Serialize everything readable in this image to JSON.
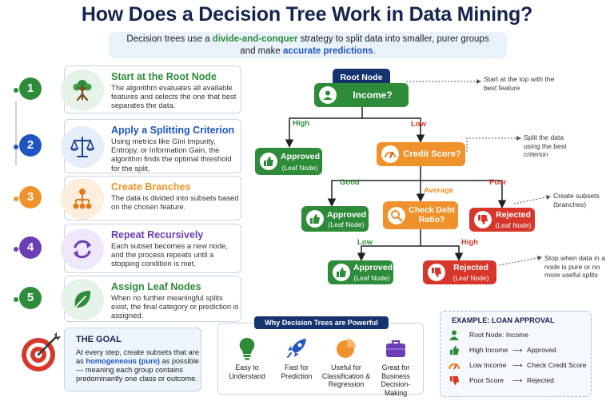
{
  "title": "How Does a Decision Tree Work in Data Mining?",
  "subtitle": {
    "line1_pre": "Decision trees use a ",
    "line1_green": "divide-and-conquer",
    "line1_post": " strategy to split data into smaller, purer groups",
    "line2_pre": "and make ",
    "line2_blue": "accurate predictions",
    "line2_post": "."
  },
  "steps": [
    {
      "num": "1",
      "title": "Start at the Root Node",
      "desc": "The algorithm evaluates all available features and selects the one that best separates the data.",
      "color": "#2e8b3a",
      "icon": "tree-icon"
    },
    {
      "num": "2",
      "title": "Apply a Splitting Criterion",
      "desc": "Using metrics like Gini Impurity, Entropy, or Information Gain, the algorithm finds the optimal threshold for the split.",
      "color": "#1f55c2",
      "icon": "scales-icon"
    },
    {
      "num": "3",
      "title": "Create Branches",
      "desc": "The data is divided into subsets based on the chosen feature.",
      "color": "#f0922b",
      "icon": "hierarchy-icon"
    },
    {
      "num": "4",
      "title": "Repeat Recursively",
      "desc": "Each subset becomes a new node, and the process repeats until a stopping condition is met.",
      "color": "#6a3fb5",
      "icon": "cycle-icon"
    },
    {
      "num": "5",
      "title": "Assign Leaf Nodes",
      "desc": "When no further meaningful splits exist, the final category or prediction is assigned.",
      "color": "#2e8b3a",
      "icon": "leaf-icon"
    }
  ],
  "goal": {
    "title": "THE GOAL",
    "desc_pre": "At every step, create subsets that are as ",
    "desc_hl": "homogeneous (pure)",
    "desc_post": " as possible — meaning each group contains predominantly one class or outcome."
  },
  "tree": {
    "root_pill": "Root Node",
    "root": "Income?",
    "edge_high": "High",
    "edge_low": "Low",
    "approved1": {
      "label": "Approved",
      "sub": "(Leaf Node)"
    },
    "credit": "Credit Score?",
    "edge_good": "Good",
    "edge_average": "Average",
    "edge_poor": "Poor",
    "approved2": {
      "label": "Approved",
      "sub": "(Leaf Node)"
    },
    "check": "Check Debt Ratio?",
    "rejected1": {
      "label": "Rejected",
      "sub": "(Leaf Node)"
    },
    "edge_low2": "Low",
    "edge_high2": "High",
    "approved3": {
      "label": "Approved",
      "sub": "(Leaf Node)"
    },
    "rejected2": {
      "label": "Rejected",
      "sub": "(Leaf Node)"
    },
    "notes": [
      "Start at the top with the best feature",
      "Split the data using the best criterion",
      "Create subsets (branches)",
      "Stop when data in a node is pure or no more useful splits"
    ]
  },
  "why": {
    "header": "Why Decision Trees are Powerful",
    "items": [
      {
        "label": "Easy to Understand",
        "icon": "lightbulb-icon",
        "color": "#2e8b3a"
      },
      {
        "label": "Fast for Prediction",
        "icon": "rocket-icon",
        "color": "#1f55c2"
      },
      {
        "label": "Useful for Classification & Regression",
        "icon": "pie-chart-icon",
        "color": "#f0922b"
      },
      {
        "label": "Great for Business Decision-Making",
        "icon": "briefcase-icon",
        "color": "#6a3fb5"
      }
    ]
  },
  "example": {
    "header": "EXAMPLE: LOAN APPROVAL",
    "rows": [
      {
        "label": "Root Node: Income",
        "arrow": "",
        "result": "",
        "icon": "person-icon",
        "color": "#2e8b3a"
      },
      {
        "label": "High Income",
        "arrow": "⟶",
        "result": "Approved",
        "icon": "thumbs-up-icon",
        "color": "#2e8b3a"
      },
      {
        "label": "Low Income",
        "arrow": "⟶",
        "result": "Check Credit Score",
        "icon": "gauge-icon",
        "color": "#f0922b"
      },
      {
        "label": "Poor Score",
        "arrow": "⟶",
        "result": "Rejected",
        "icon": "thumbs-down-icon",
        "color": "#d6372a"
      }
    ]
  }
}
